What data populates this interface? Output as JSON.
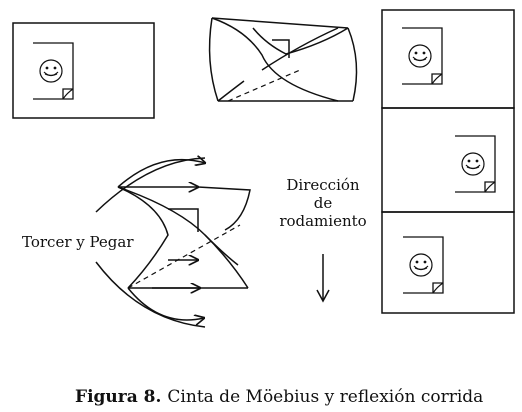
{
  "labels": {
    "twist": "Torcer y Pegar",
    "direction_line1": "Dirección",
    "direction_line2": "de",
    "direction_line3": "rodamiento"
  },
  "caption": {
    "label": "Figura 8.",
    "text": "Cinta de Möebius y reflexión corrida"
  },
  "icons": {
    "page_icon": "smiley-page-icon",
    "arrow": "down-arrow-icon"
  },
  "colors": {
    "ink": "#111111",
    "background": "#ffffff"
  }
}
